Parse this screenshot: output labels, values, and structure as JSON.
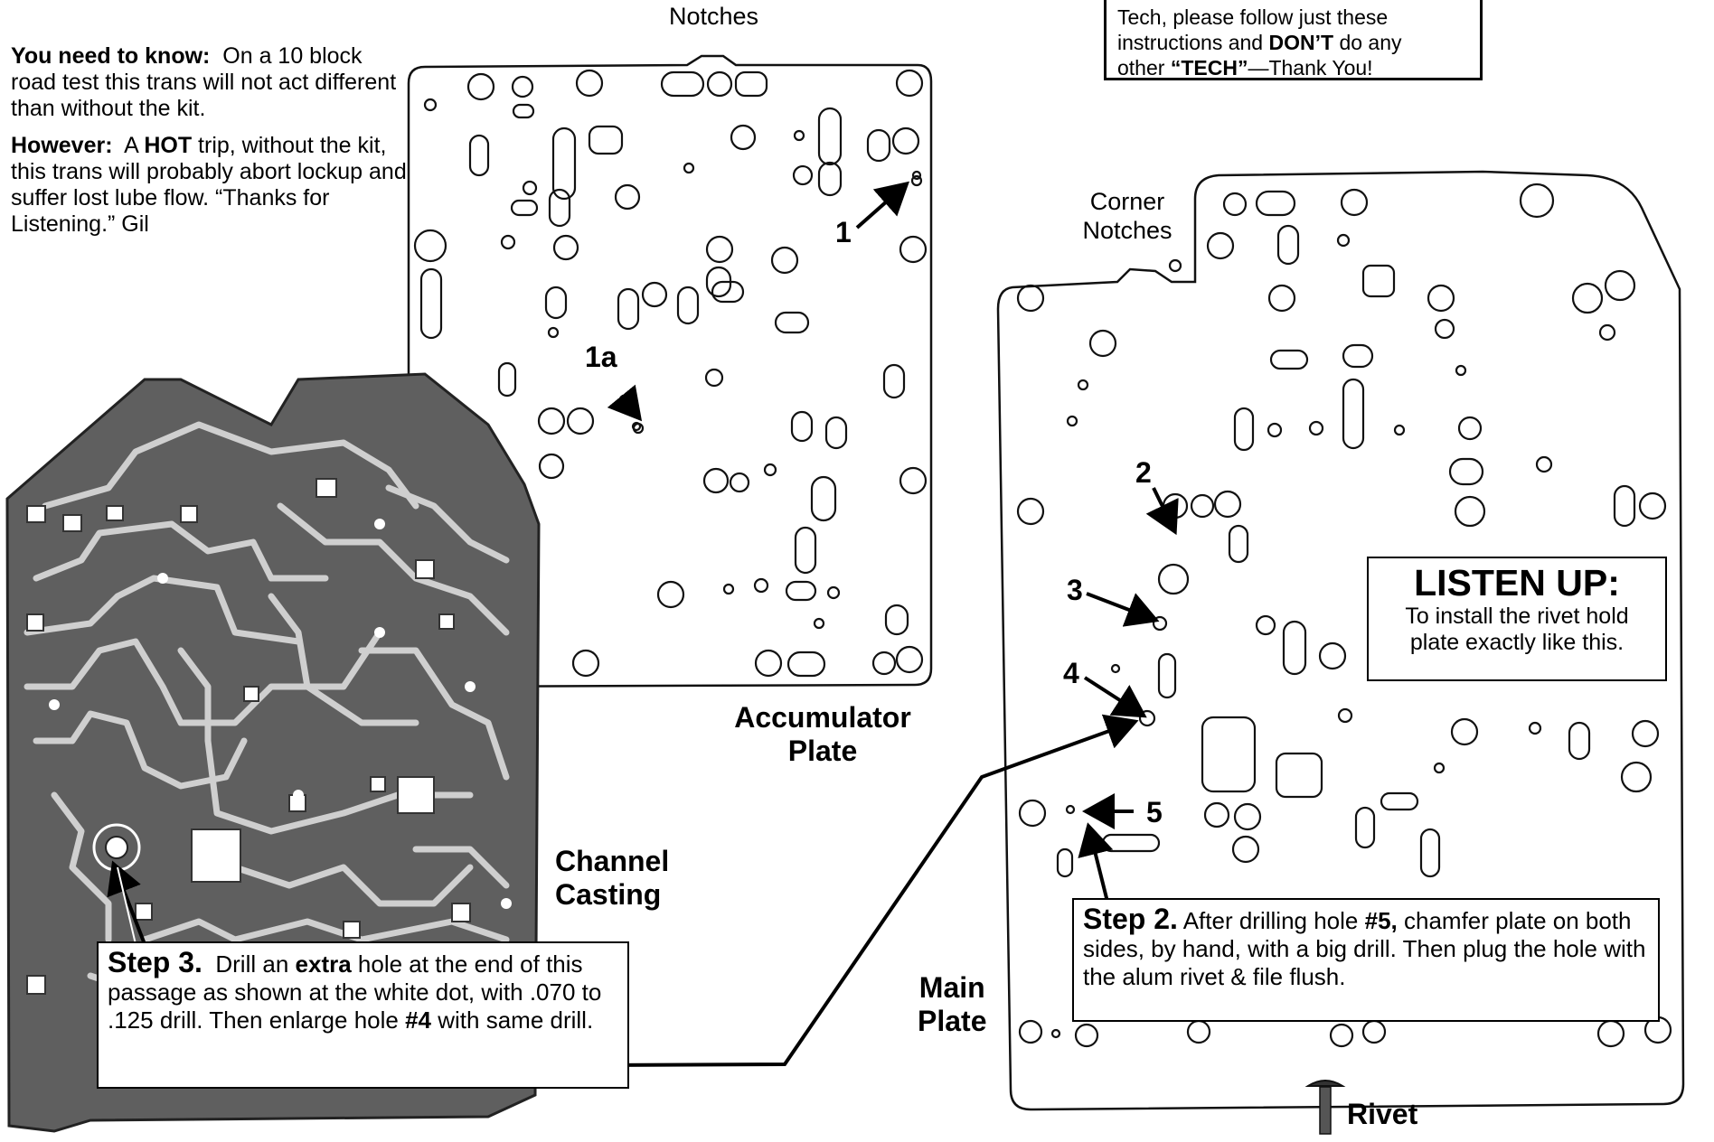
{
  "intro": {
    "p1_bold": "You need to know:",
    "p1_rest": "On a 10 block road test this trans will not act different than without the kit.",
    "p2_bold1": "However:",
    "p2_a": "A",
    "p2_bold2": "HOT",
    "p2_b": "trip, without the kit, this trans will probably abort lockup and suffer lost lube flow. “Thanks for Listening.” Gil"
  },
  "top_box": {
    "line1": "Tech, please follow just these",
    "line2_a": "instructions and",
    "line2_bold": "DON’T",
    "line2_b": "do any",
    "line3_a": "other",
    "line3_bold": "“TECH”",
    "line3_b": "—Thank You!"
  },
  "labels": {
    "notches_top": "Notches",
    "corner_notches_1": "Corner",
    "corner_notches_2": "Notches",
    "accumulator_1": "Accumulator",
    "accumulator_2": "Plate",
    "channel_1": "Channel",
    "channel_2": "Casting",
    "main_1": "Main",
    "main_2": "Plate",
    "rivet": "Rivet"
  },
  "markers": {
    "m1": "1",
    "m1a": "1a",
    "m2": "2",
    "m3": "3",
    "m4": "4",
    "m5": "5"
  },
  "step3": {
    "label": "Step 3.",
    "a": "Drill an",
    "bold": "extra",
    "b": "hole at the end of this passage as shown at the white dot, with .070 to .125 drill. Then enlarge hole",
    "bold2": "#4",
    "c": "with same drill."
  },
  "step2": {
    "label": "Step 2.",
    "a": "After drilling hole",
    "bold": "#5,",
    "b": "chamfer plate on both sides, by hand, with a big drill. Then plug the hole with the alum rivet & file flush."
  },
  "listen": {
    "head": "LISTEN UP:",
    "body": "To install the rivet hold plate exactly like this."
  }
}
